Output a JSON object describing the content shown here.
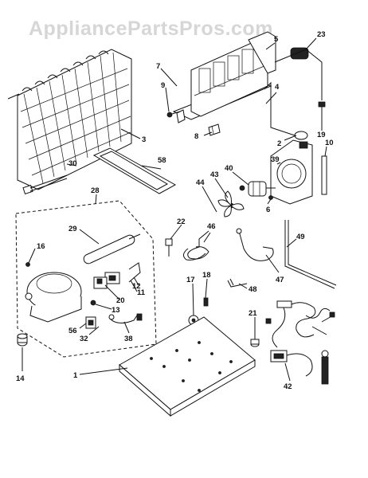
{
  "watermark": "AppliancePartsPros.com",
  "callouts": {
    "c1": "1",
    "c2": "2",
    "c3": "3",
    "c4": "4",
    "c5": "5",
    "c6": "6",
    "c7": "7",
    "c8": "8",
    "c9": "9",
    "c10": "10",
    "c11": "11",
    "c12": "12",
    "c13": "13",
    "c14": "14",
    "c16": "16",
    "c17": "17",
    "c18": "18",
    "c19": "19",
    "c20": "20",
    "c21": "21",
    "c22": "22",
    "c23": "23",
    "c28": "28",
    "c29": "29",
    "c30": "30",
    "c32": "32",
    "c38": "38",
    "c39": "39",
    "c40": "40",
    "c42": "42",
    "c43": "43",
    "c44": "44",
    "c46": "46",
    "c47": "47",
    "c48": "48",
    "c49": "49",
    "c56": "56",
    "c58": "58"
  }
}
